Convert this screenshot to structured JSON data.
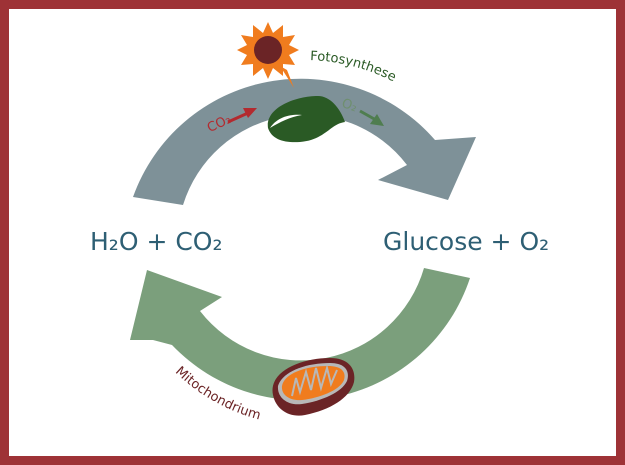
{
  "diagram": {
    "left_formula": {
      "main": "H₂O + CO₂"
    },
    "right_formula": {
      "main": "Glucose + O₂"
    },
    "top_label": "Fotosynthese",
    "bottom_label": "Mitochondrium",
    "co2_label": "CO₂",
    "o2_label": "O₂"
  },
  "colors": {
    "border": "#9e3236",
    "upper_arrow": "#7e9198",
    "lower_arrow": "#7b9f7c",
    "formula_text": "#2e5f74",
    "leaf": "#2a5a25",
    "sun": "#f07c1e",
    "sun_core": "#6b2426",
    "mito_outer": "#6b2426",
    "mito_inner": "#f07c1e",
    "co2_arrow": "#b32a2f",
    "o2_arrow": "#4f7d4f",
    "top_label": "#2a5a25",
    "bottom_label": "#6b2426"
  }
}
